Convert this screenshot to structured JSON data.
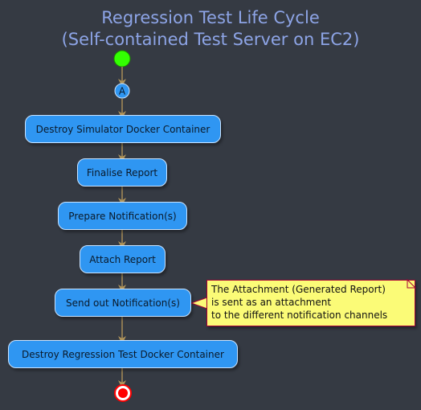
{
  "diagram": {
    "title_line1": "Regression Test Life Cycle",
    "title_line2": "(Self-contained Test Server on EC2)",
    "connector_label": "A",
    "activities": [
      "Destroy Simulator Docker Container",
      "Finalise Report",
      "Prepare Notification(s)",
      "Attach Report",
      "Send out Notification(s)",
      "Destroy Regression Test Docker Container"
    ],
    "note_lines": [
      "The Attachment (Generated Report)",
      "is sent as an attachment",
      "to the different notification channels"
    ]
  },
  "colors": {
    "background": "#353a43",
    "title": "#8da4e6",
    "activity_fill": "#2f96f2",
    "arrow": "#b0945a",
    "start": "#33ff02",
    "end_ring": "#ff0000",
    "note_fill": "#fbfb77",
    "note_border": "#a80036"
  }
}
